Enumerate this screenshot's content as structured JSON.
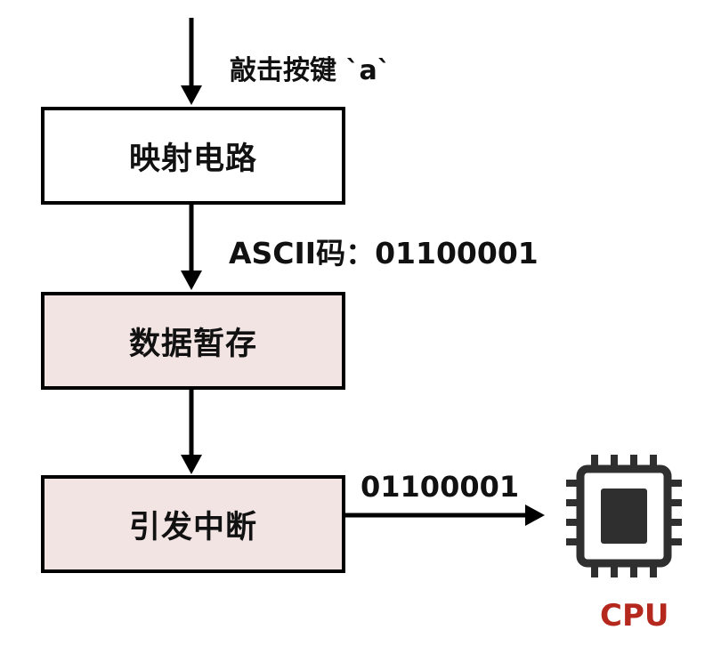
{
  "steps": {
    "key_press_label": "敲击按键 `a`",
    "mapping_circuit": "映射电路",
    "ascii_label": "ASCII码：01100001",
    "data_buffer": "数据暂存",
    "interrupt": "引发中断",
    "binary_value": "01100001"
  },
  "cpu": {
    "label": "CPU",
    "icon": "cpu-chip-icon",
    "label_color": "#b5281e",
    "icon_color": "#2f2f2f"
  },
  "colors": {
    "box_fill_plain": "#ffffff",
    "box_fill_tinted": "#f2e4e2",
    "stroke": "#000000"
  }
}
